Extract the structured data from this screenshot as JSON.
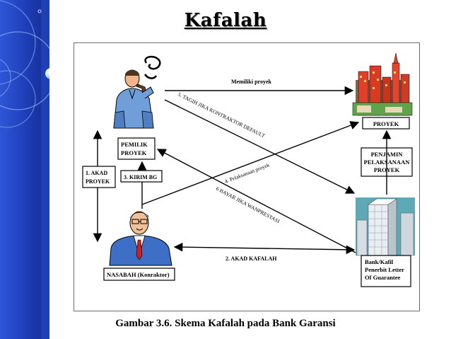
{
  "slide": {
    "title": "Kafalah",
    "caption": "Gambar 3.6. Skema Kafalah pada Bank Garansi"
  },
  "diagram": {
    "nodes": {
      "owner": "PEMILIK PROYEK",
      "owner_line1": "PEMILIK",
      "owner_line2": "PROYEK",
      "contractor": "NASABAH (Konraktor)",
      "project": "PROYEK",
      "guarantee_line1": "PENJAMIN",
      "guarantee_line2": "PELAKSANAAN",
      "guarantee_line3": "PROYEK",
      "bank_line1": "Bank/Kafil",
      "bank_line2": "Penerbit Letter",
      "bank_line3": "Of Guarantee"
    },
    "edges": {
      "owns_project": "Memiliki proyek",
      "akad_line1": "1. AKAD",
      "akad_line2": "PROYEK",
      "kirim_bg": "3. KIRIM BG",
      "pelaksanaan": "4. Pelaksanaan proyek",
      "tagih": "5. TAGIH JIKA KONTRAKTOR DEFAULT",
      "bayar": "6 BAYAR JIKA WANPRESTASI",
      "akad_kafalah": "2. AKAD KAFALAH"
    },
    "colors": {
      "sidebar_blue": "#1e3fb4",
      "frame_border": "#6b6b6b",
      "arrow": "#000000"
    }
  }
}
